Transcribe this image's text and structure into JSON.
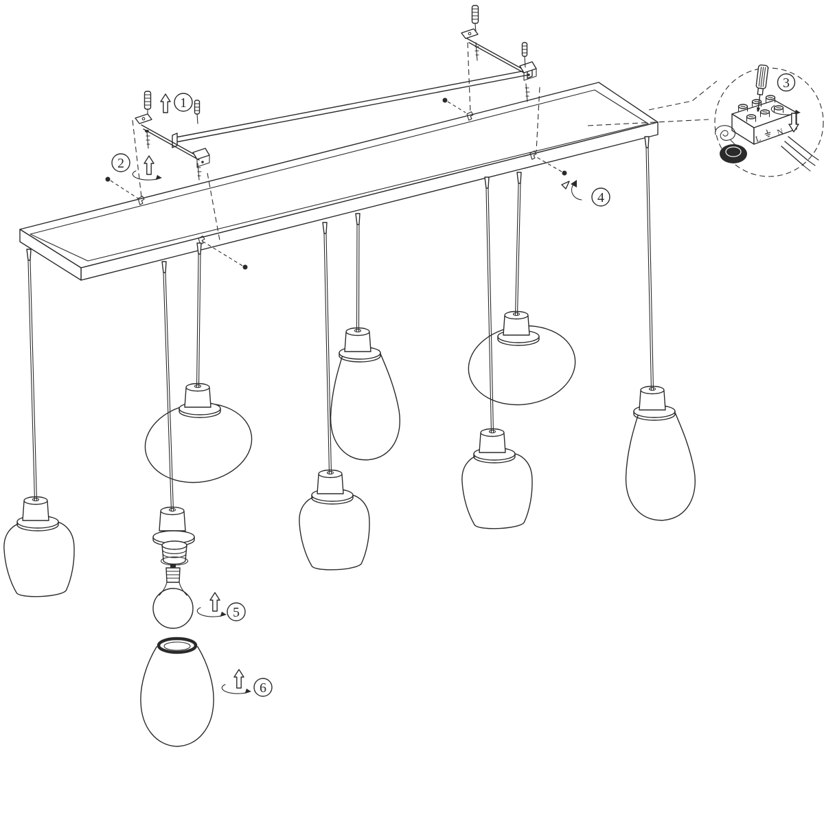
{
  "diagram": {
    "kind": "assembly-instructions",
    "subject": "eight-light linear pendant fixture",
    "background_color": "#ffffff",
    "line_color": "#2a2a2a",
    "steps": [
      {
        "label": "1",
        "icon": "up-arrow"
      },
      {
        "label": "2",
        "icon": "rotate-and-lift-arrows"
      },
      {
        "label": "3",
        "icon": "rotate-and-press-arrows"
      },
      {
        "label": "4",
        "icon": "twist-clip-arrow"
      },
      {
        "label": "5",
        "icon": "rotate-and-lift-arrows"
      },
      {
        "label": "6",
        "icon": "rotate-and-lift-arrows"
      }
    ],
    "terminal_block": {
      "live": "L",
      "neutral": "N",
      "earth_icon": "earth-ground-symbol"
    }
  }
}
